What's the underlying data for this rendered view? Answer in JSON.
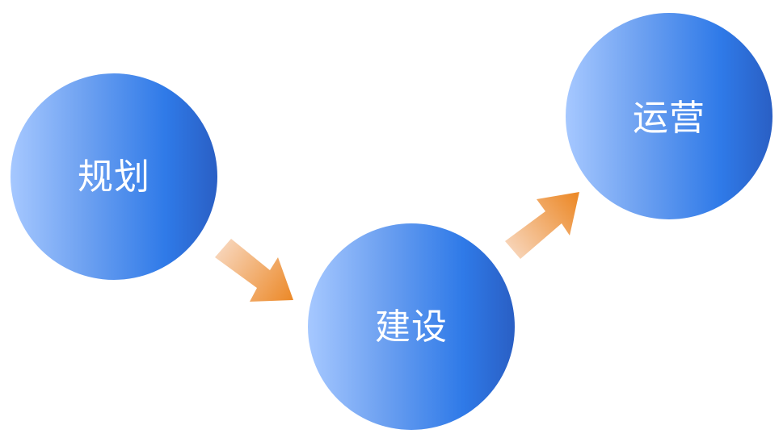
{
  "stages": [
    {
      "label": "规划"
    },
    {
      "label": "建设"
    },
    {
      "label": "运营"
    }
  ],
  "colors": {
    "circle_light": "#a6c8ff",
    "circle_mid": "#2f7ae8",
    "circle_dark": "#2a5fc4",
    "arrow_light": "#f7d2b4",
    "arrow_dark": "#ec8a2a",
    "label": "#ffffff"
  }
}
